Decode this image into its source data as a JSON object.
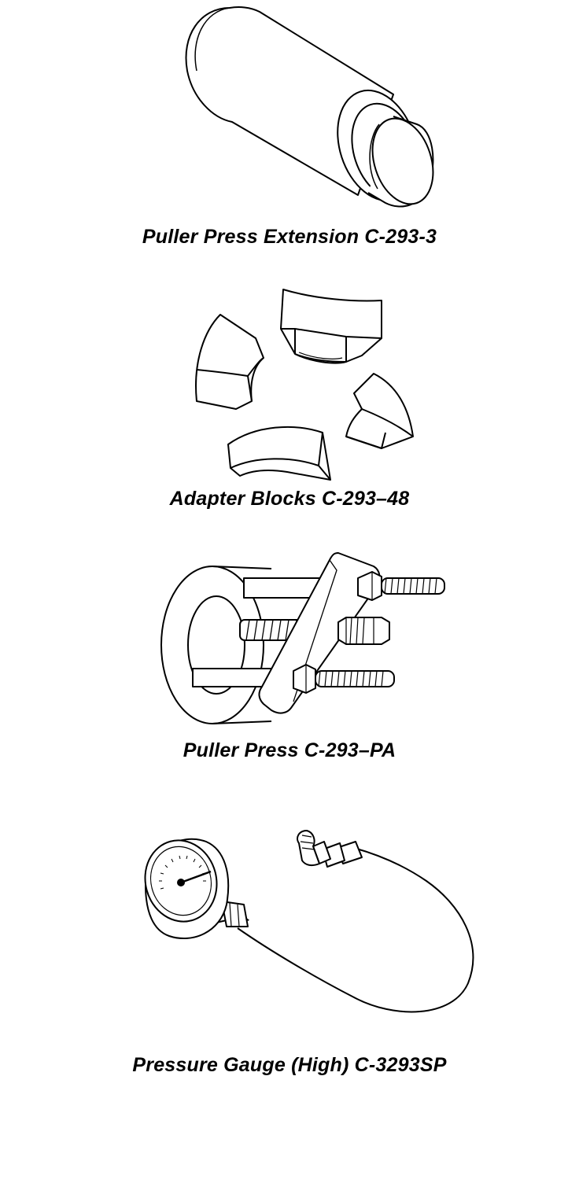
{
  "colors": {
    "ink": "#000000",
    "paper": "#ffffff"
  },
  "tools": [
    {
      "caption": "Puller Press Extension C-293-3",
      "icon": "puller-press-extension-icon"
    },
    {
      "caption": "Adapter Blocks C-293–48",
      "icon": "adapter-blocks-icon"
    },
    {
      "caption": "Puller Press C-293–PA",
      "icon": "puller-press-icon"
    },
    {
      "caption": "Pressure Gauge (High) C-3293SP",
      "icon": "pressure-gauge-icon"
    }
  ]
}
